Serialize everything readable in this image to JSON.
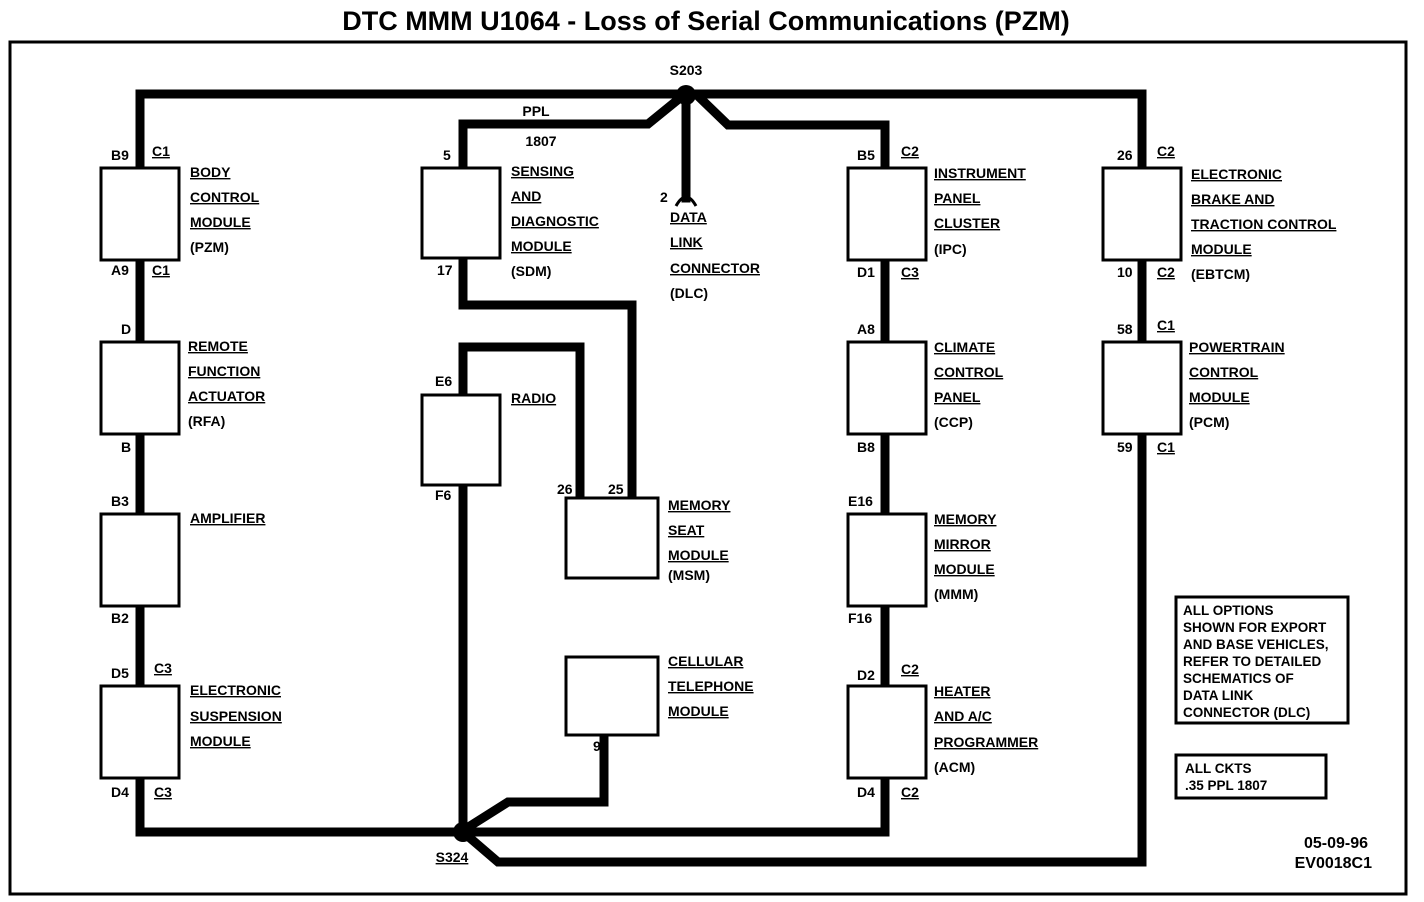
{
  "title": "DTC MMM U1064 - Loss of Serial Communications (PZM)",
  "splices": {
    "top": "S203",
    "bottom": "S324"
  },
  "wire_label": {
    "color": "PPL",
    "circuit": "1807"
  },
  "modules": {
    "bcm": {
      "lines": [
        "BODY",
        "CONTROL",
        "MODULE",
        "(PZM)"
      ],
      "pin_top": "B9",
      "conn_top": "C1",
      "pin_bottom": "A9",
      "conn_bottom": "C1"
    },
    "rfa": {
      "lines": [
        "REMOTE",
        "FUNCTION",
        "ACTUATOR",
        "(RFA)"
      ],
      "pin_top": "D",
      "pin_bottom": "B"
    },
    "amp": {
      "lines": [
        "AMPLIFIER"
      ],
      "pin_top": "B3",
      "pin_bottom": "B2"
    },
    "esm": {
      "lines": [
        "ELECTRONIC",
        "SUSPENSION",
        "MODULE"
      ],
      "pin_top": "D5",
      "conn_top": "C3",
      "pin_bottom": "D4",
      "conn_bottom": "C3"
    },
    "sdm": {
      "lines": [
        "SENSING",
        "AND",
        "DIAGNOSTIC",
        "MODULE",
        "(SDM)"
      ],
      "pin_top": "5",
      "pin_bottom": "17"
    },
    "radio": {
      "lines": [
        "RADIO"
      ],
      "pin_top": "E6",
      "pin_bottom": "F6"
    },
    "msm": {
      "lines": [
        "MEMORY",
        "SEAT",
        "MODULE",
        "(MSM)"
      ],
      "pin_a": "26",
      "pin_b": "25"
    },
    "cell": {
      "lines": [
        "CELLULAR",
        "TELEPHONE",
        "MODULE"
      ],
      "pin_bottom": "9"
    },
    "dlc": {
      "lines": [
        "DATA",
        "LINK",
        "CONNECTOR",
        "(DLC)"
      ],
      "pin": "2"
    },
    "ipc": {
      "lines": [
        "INSTRUMENT",
        "PANEL",
        "CLUSTER",
        "(IPC)"
      ],
      "pin_top": "B5",
      "conn_top": "C2",
      "pin_bottom": "D1",
      "conn_bottom": "C3"
    },
    "ccp": {
      "lines": [
        "CLIMATE",
        "CONTROL",
        "PANEL",
        "(CCP)"
      ],
      "pin_top": "A8",
      "pin_bottom": "B8"
    },
    "mmm": {
      "lines": [
        "MEMORY",
        "MIRROR",
        "MODULE",
        "(MMM)"
      ],
      "pin_top": "E16",
      "pin_bottom": "F16"
    },
    "acm": {
      "lines": [
        "HEATER",
        "AND A/C",
        "PROGRAMMER",
        "(ACM)"
      ],
      "pin_top": "D2",
      "conn_top": "C2",
      "pin_bottom": "D4",
      "conn_bottom": "C2"
    },
    "ebtcm": {
      "lines": [
        "ELECTRONIC",
        "BRAKE AND",
        "TRACTION CONTROL",
        "MODULE",
        "(EBTCM)"
      ],
      "pin_top": "26",
      "conn_top": "C2",
      "pin_bottom": "10",
      "conn_bottom": "C2"
    },
    "pcm": {
      "lines": [
        "POWERTRAIN",
        "CONTROL",
        "MODULE",
        "(PCM)"
      ],
      "pin_top": "58",
      "conn_top": "C1",
      "pin_bottom": "59",
      "conn_bottom": "C1"
    }
  },
  "notes": {
    "options": [
      "ALL OPTIONS",
      "SHOWN FOR EXPORT",
      "AND BASE VEHICLES,",
      "REFER TO DETAILED",
      "SCHEMATICS OF",
      "DATA LINK",
      "CONNECTOR (DLC)"
    ],
    "circuits": [
      "ALL CKTS",
      ".35 PPL 1807"
    ]
  },
  "footer": {
    "date": "05-09-96",
    "code": "EV0018C1"
  }
}
